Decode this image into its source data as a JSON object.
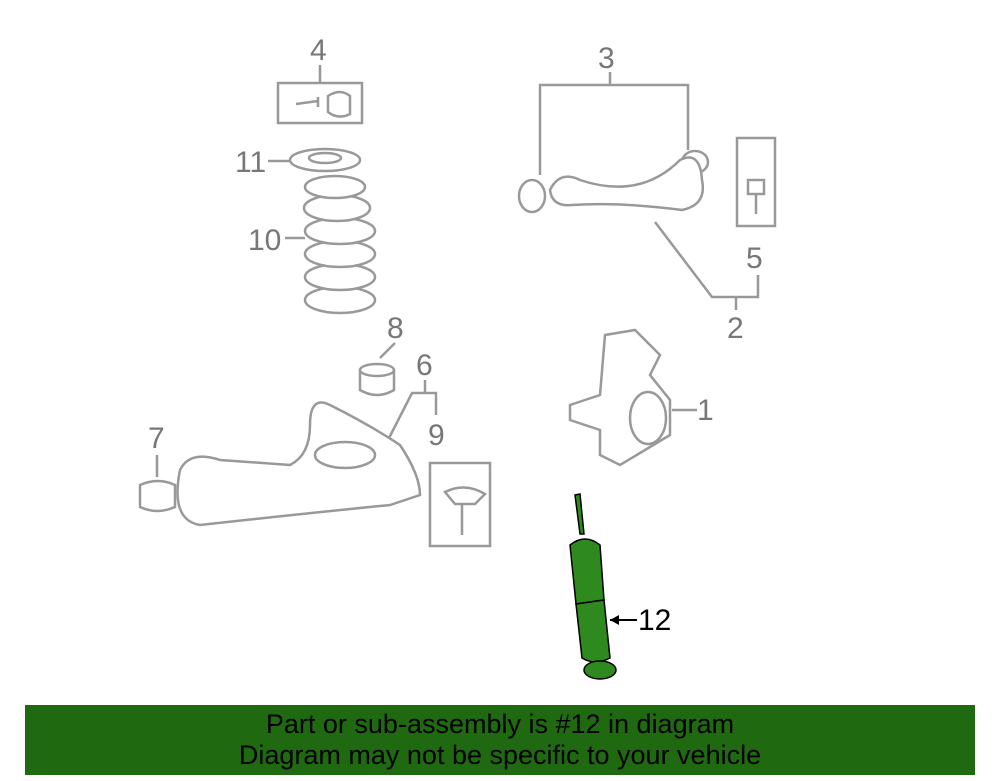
{
  "diagram": {
    "callouts": [
      "1",
      "2",
      "3",
      "4",
      "5",
      "6",
      "7",
      "8",
      "9",
      "10",
      "11",
      "12"
    ],
    "highlighted_part": "12",
    "highlight_color": "#2e8a1e"
  },
  "banner": {
    "line1": "Part or sub-assembly is #12 in diagram",
    "line2": "Diagram may not be specific to your vehicle",
    "color": "#1f6a10"
  }
}
